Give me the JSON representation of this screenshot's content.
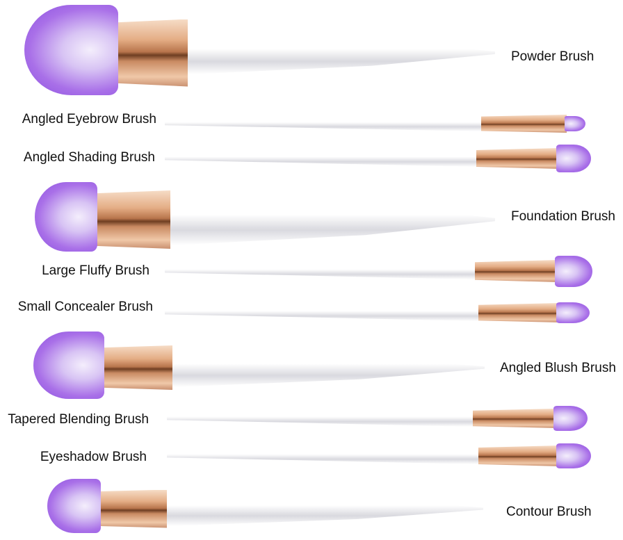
{
  "brushes": [
    {
      "name": "Powder Brush"
    },
    {
      "name": "Angled Eyebrow Brush"
    },
    {
      "name": "Angled Shading Brush"
    },
    {
      "name": "Foundation Brush"
    },
    {
      "name": "Large Fluffy Brush"
    },
    {
      "name": "Small Concealer Brush"
    },
    {
      "name": "Angled Blush Brush"
    },
    {
      "name": "Tapered Blending Brush"
    },
    {
      "name": "Eyeshadow Brush"
    },
    {
      "name": "Contour Brush"
    }
  ],
  "colors": {
    "handle_blue": "#3aa6ea",
    "handle_magenta": "#d63cc8",
    "ferrule": "#d89a70",
    "bristle": "#a970e8"
  }
}
